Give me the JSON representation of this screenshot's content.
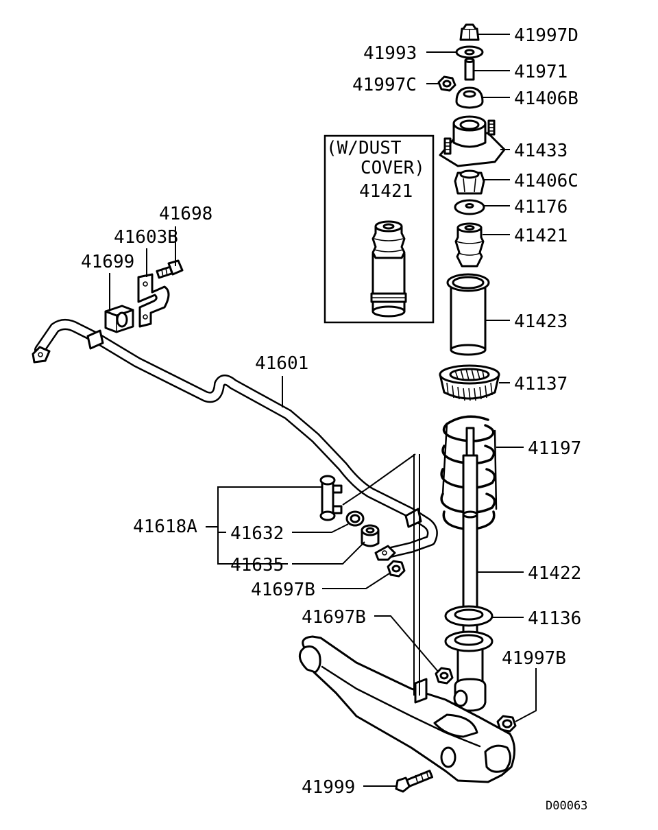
{
  "diagram_code": "D00063",
  "inset": {
    "caption_line1": "(W/DUST",
    "caption_line2": "COVER)",
    "part": "41421"
  },
  "parts": {
    "p41997D": "41997D",
    "p41993": "41993",
    "p41971": "41971",
    "p41997C": "41997C",
    "p41406B": "41406B",
    "p41433": "41433",
    "p41406C": "41406C",
    "p41176": "41176",
    "p41421": "41421",
    "p41423": "41423",
    "p41137": "41137",
    "p41197": "41197",
    "p41422": "41422",
    "p41136": "41136",
    "p41997B": "41997B",
    "p41698": "41698",
    "p41603B": "41603B",
    "p41699": "41699",
    "p41601": "41601",
    "p41618A": "41618A",
    "p41632": "41632",
    "p41635": "41635",
    "p41697B_a": "41697B",
    "p41697B_b": "41697B",
    "p41999": "41999"
  }
}
